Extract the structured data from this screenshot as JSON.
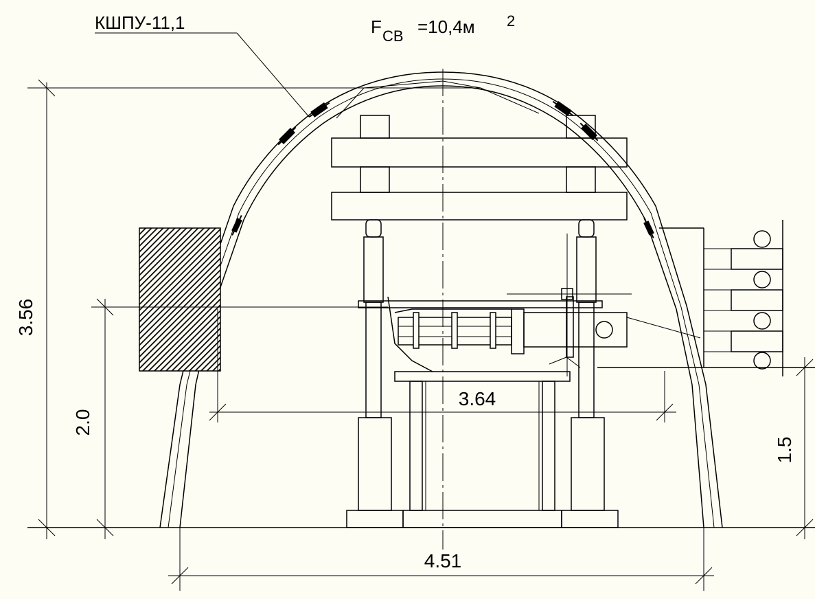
{
  "labels": {
    "support_type": "КШПУ-11,1",
    "area_main": "F",
    "area_sub": "СВ",
    "area_value": "=10,4м",
    "area_exp": "2"
  },
  "dimensions": {
    "height_total": "3.56",
    "height_springline": "2.0",
    "width_springline": "3.64",
    "width_base": "4.51",
    "height_right": "1.5"
  },
  "colors": {
    "background": "#fdfdf4",
    "line": "#000000"
  }
}
